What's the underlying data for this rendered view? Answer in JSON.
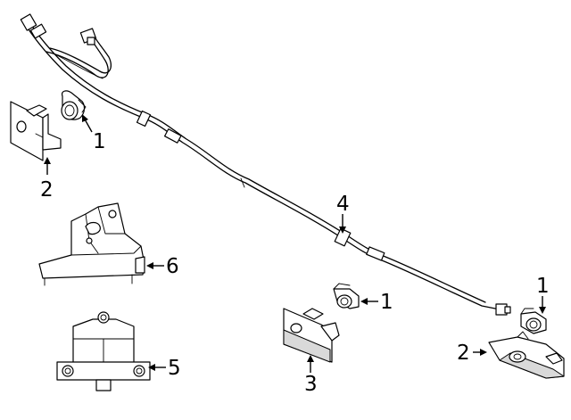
{
  "callouts": [
    {
      "id": "c1a",
      "label": "1"
    },
    {
      "id": "c2a",
      "label": "2"
    },
    {
      "id": "c6",
      "label": "6"
    },
    {
      "id": "c5",
      "label": "5"
    },
    {
      "id": "c3",
      "label": "3"
    },
    {
      "id": "c1b",
      "label": "1"
    },
    {
      "id": "c4",
      "label": "4"
    },
    {
      "id": "c1c",
      "label": "1"
    },
    {
      "id": "c2b",
      "label": "2"
    }
  ]
}
